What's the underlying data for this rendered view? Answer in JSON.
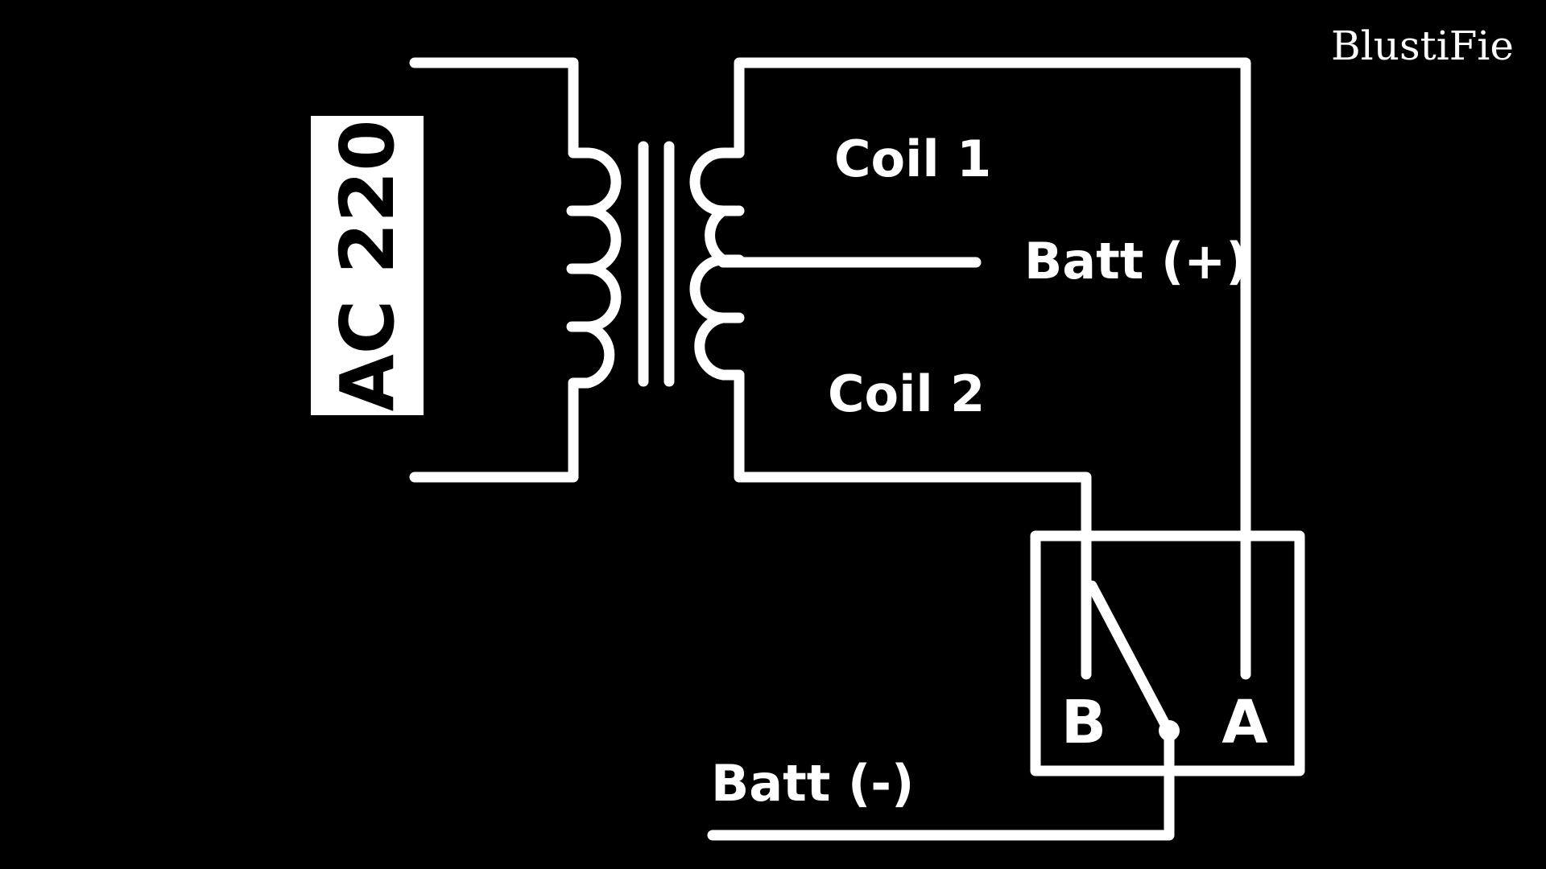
{
  "diagram": {
    "colors": {
      "background": "#000000",
      "stroke": "#ffffff"
    },
    "brand": "BlustiFie",
    "primary_label": "AC 220",
    "coil_1_label": "Coil 1",
    "coil_2_label": "Coil 2",
    "batt_plus_label": "Batt (+)",
    "batt_minus_label": "Batt (-)",
    "switch": {
      "terminal_b": "B",
      "terminal_a": "A"
    }
  }
}
